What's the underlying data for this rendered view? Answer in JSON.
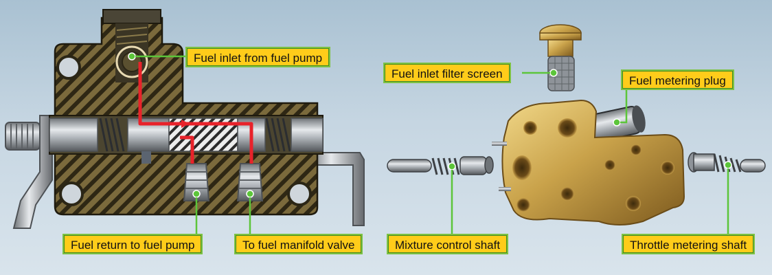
{
  "callouts": {
    "fuel_inlet": "Fuel inlet from fuel pump",
    "filter_screen": "Fuel inlet filter screen",
    "metering_plug": "Fuel metering plug",
    "fuel_return": "Fuel return to fuel pump",
    "manifold_valve": "To fuel manifold valve",
    "mixture_shaft": "Mixture control shaft",
    "throttle_shaft": "Throttle metering shaft"
  },
  "colors": {
    "callout_fill": "#ffcc1a",
    "callout_border": "#7ec242",
    "leader_line": "#5cc53a",
    "fuel_flow": "#e8222a",
    "brass": "#c9a24a",
    "steel": "#b9bec4"
  }
}
